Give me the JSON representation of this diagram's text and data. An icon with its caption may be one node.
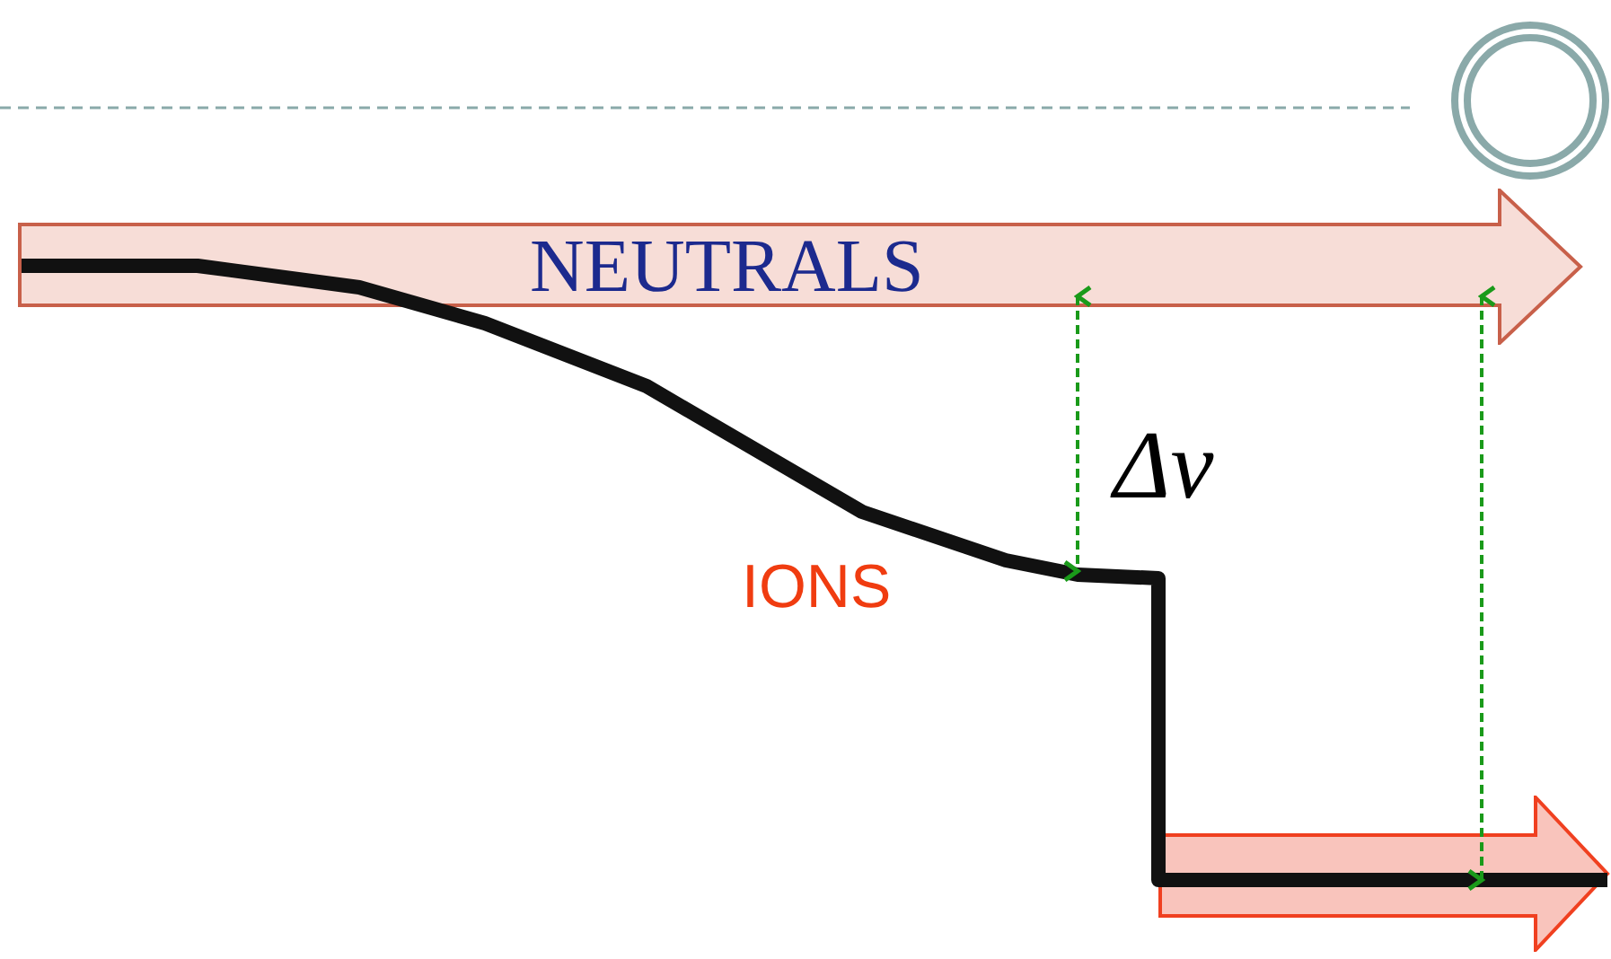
{
  "diagram": {
    "nodes": [
      {
        "text": [
          "NEUTRALS"
        ]
      },
      {
        "text": [],
        "shape": "arrow"
      }
    ],
    "edges": [
      {
        "from": 0,
        "to": 1,
        "arrow": "none"
      }
    ],
    "labels": [
      "IONS",
      "Δv"
    ]
  }
}
